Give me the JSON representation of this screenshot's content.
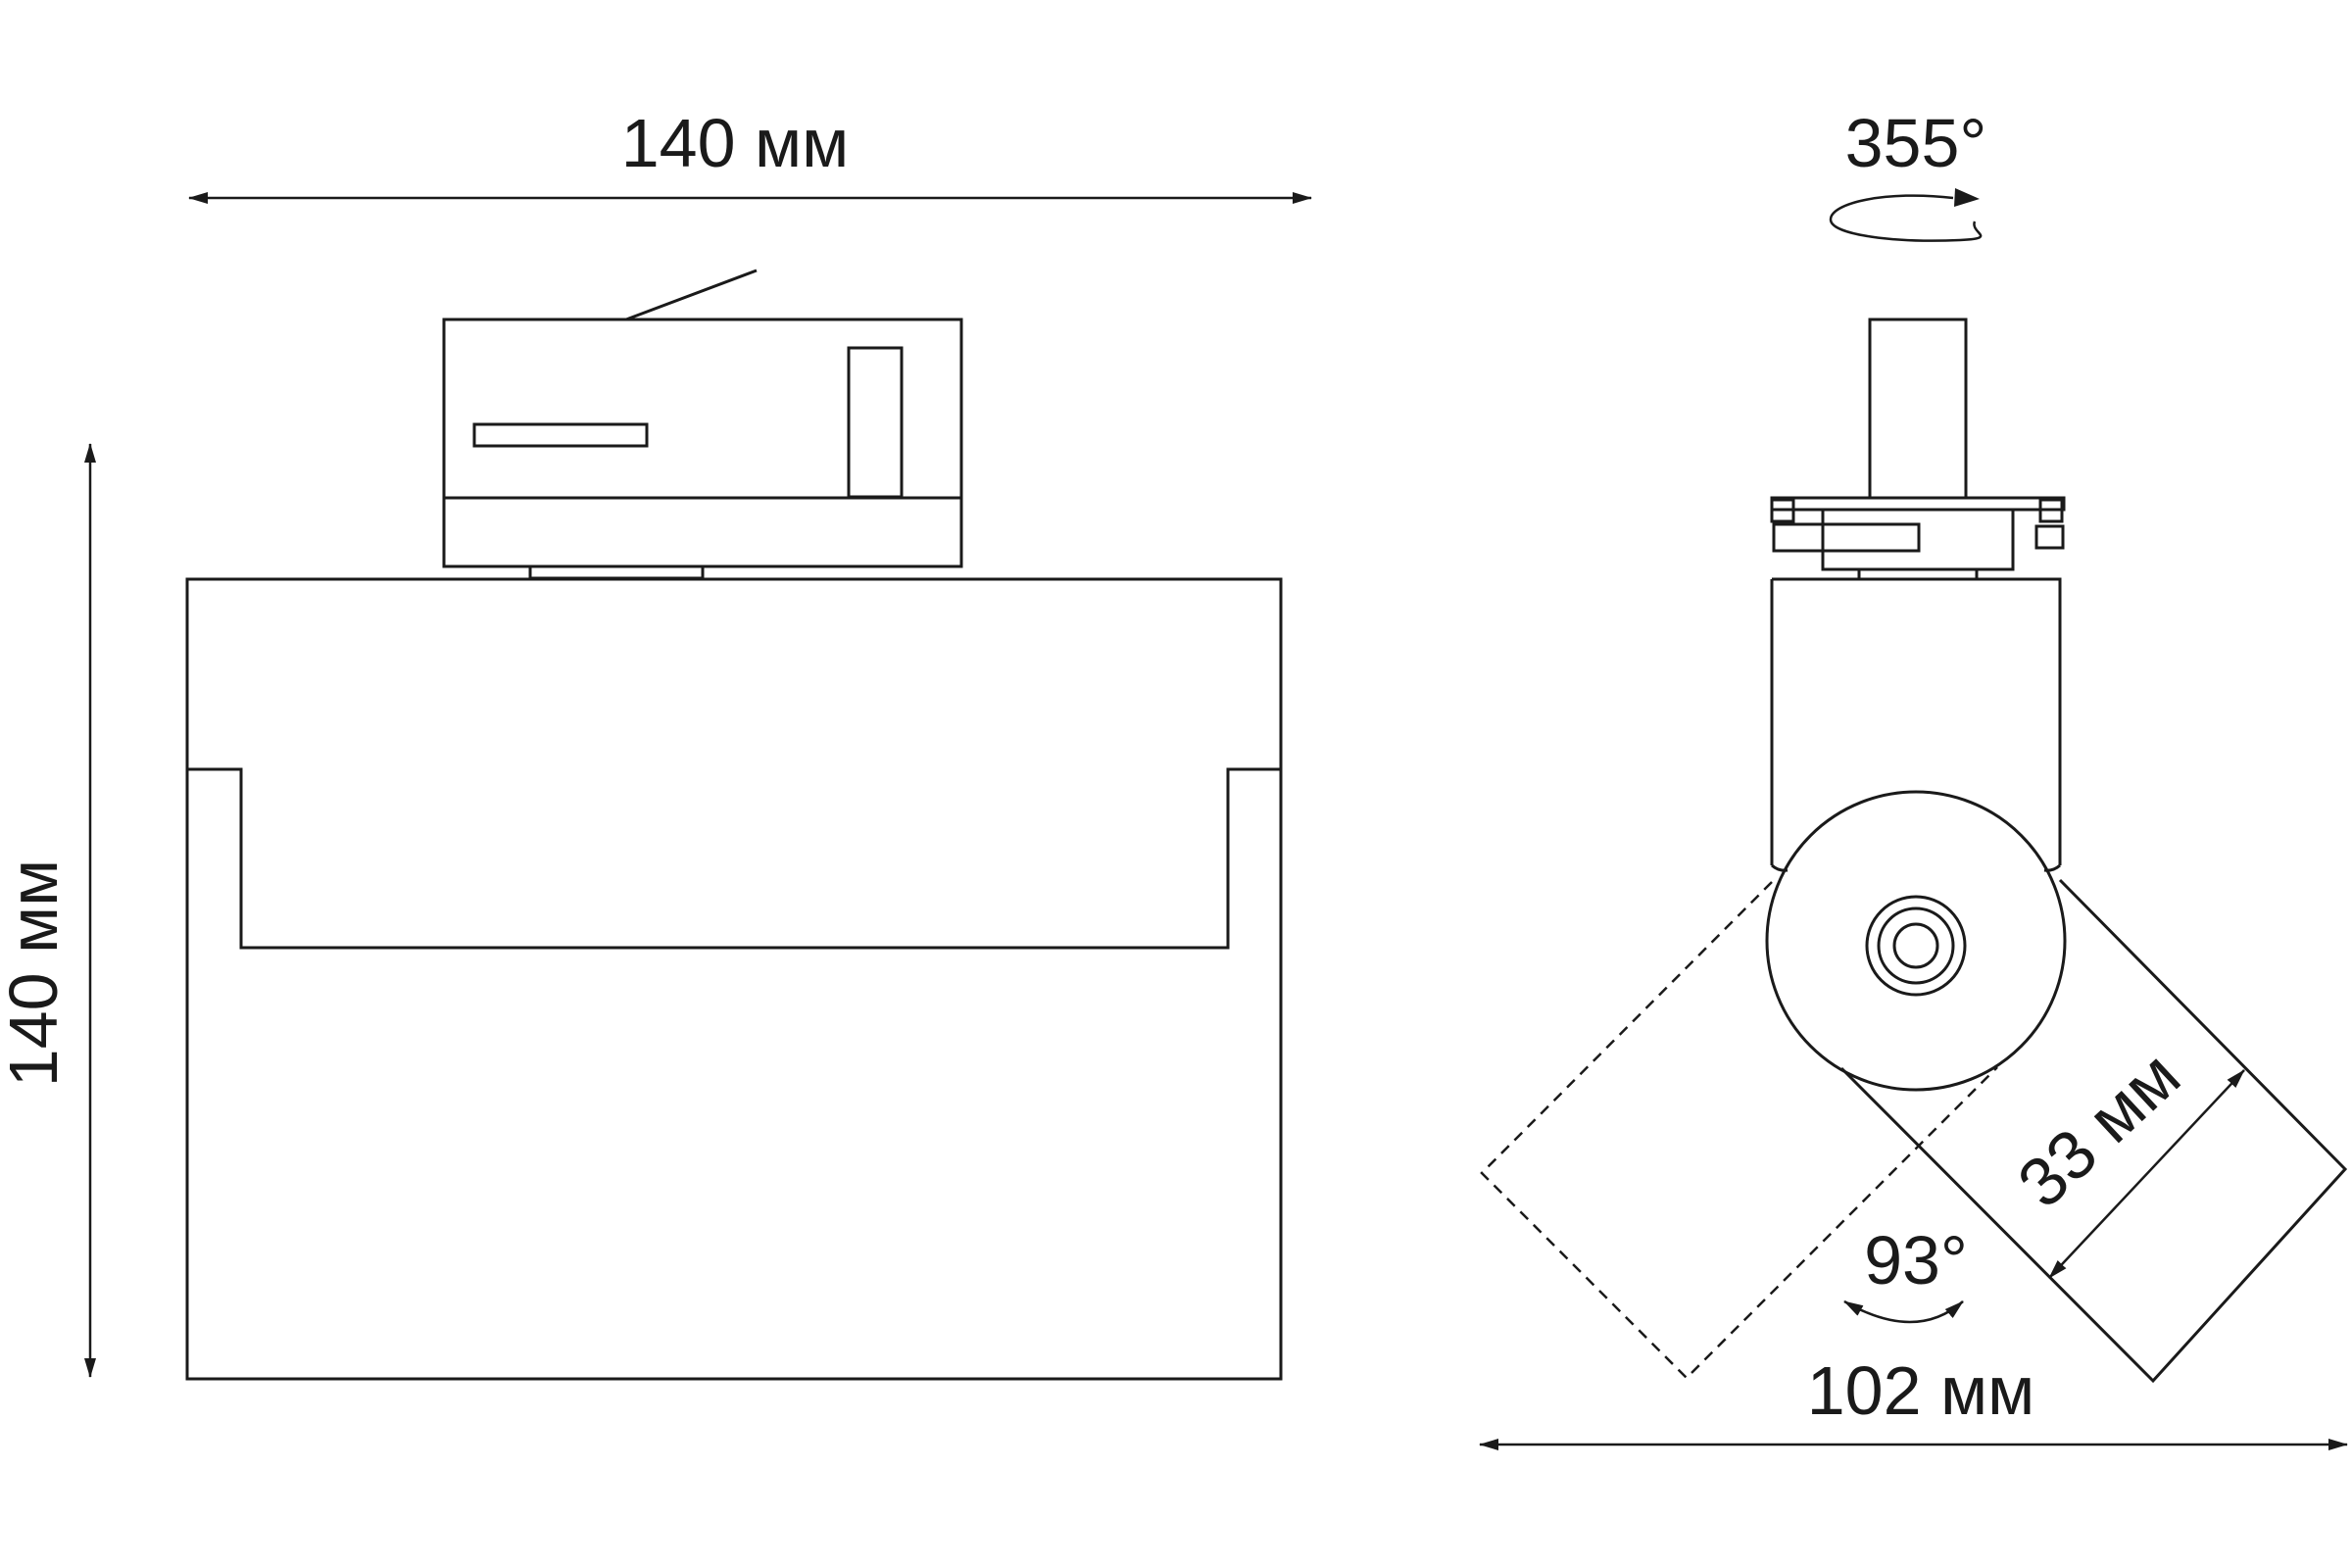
{
  "diagram": {
    "labels": {
      "front_width": "140 мм",
      "front_height": "140 мм",
      "rotation_angle": "355°",
      "head_diameter": "33 мм",
      "tilt_angle": "93°",
      "side_width": "102 мм"
    },
    "colors": {
      "line": "#1a1a1a",
      "background": "#ffffff"
    }
  }
}
